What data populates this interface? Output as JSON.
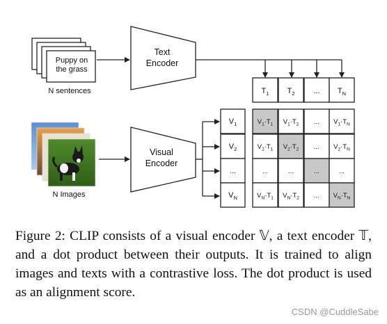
{
  "diagram": {
    "sentence_card_text": [
      "Puppy on",
      "the grass"
    ],
    "sentences_label": "N sentences",
    "images_label": "N Images",
    "text_encoder": [
      "Text",
      "Encoder"
    ],
    "visual_encoder": [
      "Visual",
      "Encoder"
    ],
    "text_tokens": [
      {
        "base": "T",
        "sub": "1"
      },
      {
        "base": "T",
        "sub": "2"
      },
      {
        "base": "...",
        "sub": ""
      },
      {
        "base": "T",
        "sub": "N"
      }
    ],
    "image_tokens": [
      {
        "base": "V",
        "sub": "1"
      },
      {
        "base": "V",
        "sub": "2"
      },
      {
        "base": "...",
        "sub": ""
      },
      {
        "base": "V",
        "sub": "N"
      }
    ],
    "matrix": [
      [
        {
          "v": "1",
          "t": "1",
          "highlight": true
        },
        {
          "v": "1",
          "t": "2",
          "highlight": false
        },
        {
          "dots": true,
          "highlight": false
        },
        {
          "v": "1",
          "t": "N",
          "highlight": false
        }
      ],
      [
        {
          "v": "2",
          "t": "1",
          "highlight": false
        },
        {
          "v": "2",
          "t": "2",
          "highlight": true
        },
        {
          "dots": true,
          "highlight": false
        },
        {
          "v": "2",
          "t": "N",
          "highlight": false
        }
      ],
      [
        {
          "dots": true,
          "highlight": false
        },
        {
          "dots": true,
          "highlight": false
        },
        {
          "dots": true,
          "highlight": true
        },
        {
          "dots": true,
          "highlight": false
        }
      ],
      [
        {
          "v": "N",
          "t": "1",
          "highlight": false
        },
        {
          "v": "N",
          "t": "2",
          "highlight": false
        },
        {
          "dots": true,
          "highlight": false
        },
        {
          "v": "N",
          "t": "N",
          "highlight": true
        }
      ]
    ],
    "colors": {
      "highlight": "#c8c8c8",
      "stroke": "#222222"
    }
  },
  "caption": "Figure 2: CLIP consists of a visual encoder 𝕍, a text encoder 𝕋, and a dot product between their outputs. It is trained to align images and texts with a contrastive loss. The dot product is used as an alignment score.",
  "watermark": "CSDN @CuddleSabe"
}
